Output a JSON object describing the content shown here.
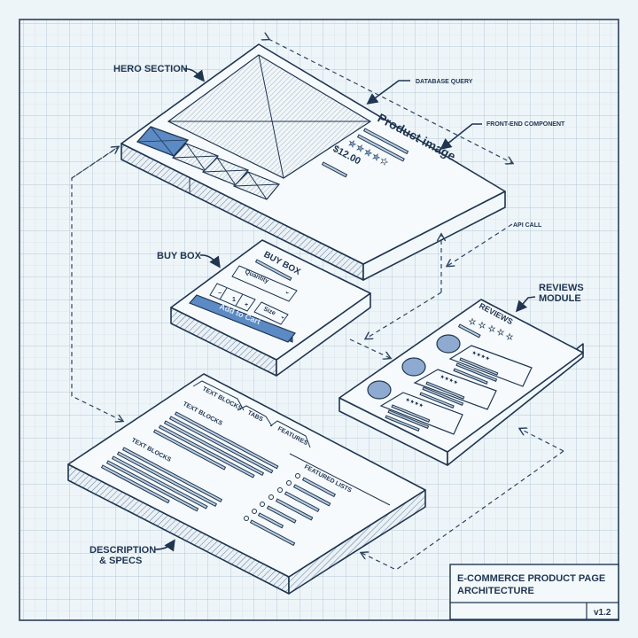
{
  "diagram": {
    "title_block": {
      "title_line1": "E-COMMERCE PRODUCT PAGE",
      "title_line2": "ARCHITECTURE",
      "version": "v1.2"
    },
    "callouts": {
      "hero_section": "HERO SECTION",
      "database_query": "DATABASE QUERY",
      "front_end_component": "FRONT-END COMPONENT",
      "api_call": "API CALL",
      "buy_box": "BUY BOX",
      "reviews_module_line1": "REVIEWS",
      "reviews_module_line2": "MODULE",
      "description_line1": "DESCRIPTION",
      "description_line2": "& SPECS"
    },
    "hero": {
      "product_title": "Product image",
      "price": "$12.00",
      "rating_stars": 5,
      "thumbnails": 4,
      "selected_thumbnail": 0
    },
    "buy_box": {
      "heading": "BUY BOX",
      "quantity_select": "Quantity",
      "stepper_minus": "−",
      "stepper_value": "1",
      "stepper_plus": "+",
      "size_select": "Size",
      "add_to_cart": "Add to Cart"
    },
    "reviews": {
      "heading": "REVIEWS",
      "rating_stars": 5,
      "cards": [
        {
          "stars": 4
        },
        {
          "stars": 4
        },
        {
          "stars": 4
        }
      ]
    },
    "description": {
      "tabs": [
        "TEXT BLOCKS",
        "TABS",
        "FEATURES"
      ],
      "block1_label": "TEXT BLOCKS",
      "block2_label": "TEXT BLOCKS",
      "list_label": "FEATURED LISTS"
    },
    "colors": {
      "background": "#eef5f9",
      "grid": "#b8cbd9",
      "ink": "#1f3550",
      "accent": "#4f7fbf"
    }
  }
}
